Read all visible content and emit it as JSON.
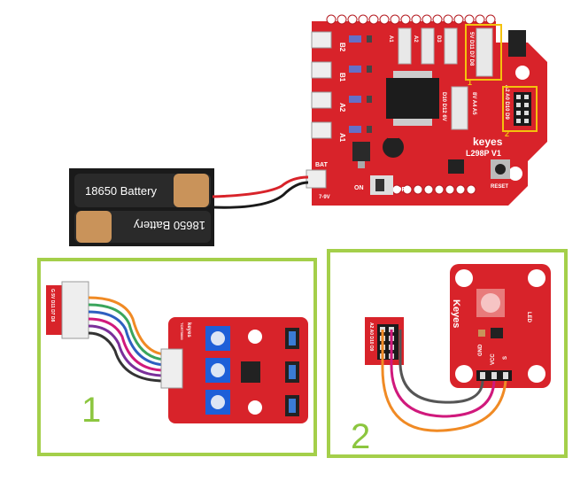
{
  "colors": {
    "pcb_red": "#d8232a",
    "pcb_dark": "#b51c22",
    "frame_green": "#a4cf4a",
    "number_green": "#8cc63f",
    "highlight_yellow": "#f4c20d",
    "wire_orange": "#f08a24",
    "wire_magenta": "#d0197c",
    "wire_gray": "#555555",
    "wire_green": "#3aa55c",
    "wire_blue": "#2e5fc0",
    "wire_purple": "#7a2f9a",
    "battery_black": "#1a1a1a",
    "battery_copper": "#c9935a"
  },
  "icons": [
    "battery-icon",
    "potentiometer-icon",
    "led-icon",
    "reset-button-icon",
    "switch-icon",
    "mounting-hole-icon",
    "connector-icon"
  ],
  "shield": {
    "brand": "keyes",
    "model": "L298P V1",
    "motor_labels": [
      "B2",
      "B1",
      "A2",
      "A1"
    ],
    "bat_label": "BAT",
    "voltage_label": "7-9V",
    "on_label": "ON",
    "off_label": "OFF",
    "reset_label": "RESET",
    "header_labels": [
      "A1",
      "A2",
      "D3",
      "5V D11 D7 D8",
      "D10 D12 6V",
      "8V A4 A5",
      "A2 A0 D10 D9"
    ],
    "box_label_1": "1",
    "box_label_2": "2"
  },
  "batteries": [
    {
      "label": "18650 Battery"
    },
    {
      "label": "18650 Battery"
    }
  ],
  "panels": [
    {
      "number": "1",
      "connector_label": "G 5V D11 D7 D8",
      "module_brand": "keyes",
      "module_subtitle": "TCRT5000"
    },
    {
      "number": "2",
      "connector_label": "A2 A0 D10 D9",
      "module_brand": "Keyes",
      "led_label": "LED",
      "pins": [
        "GND",
        "VCC",
        "S"
      ]
    }
  ]
}
